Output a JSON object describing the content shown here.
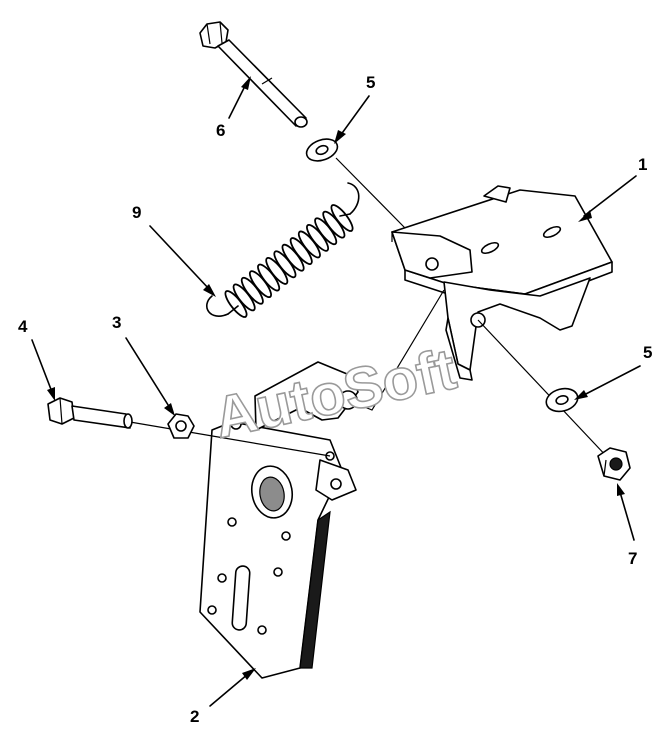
{
  "watermark": "AutoSoft",
  "callouts": [
    {
      "id": "c1",
      "label": "1"
    },
    {
      "id": "c2",
      "label": "2"
    },
    {
      "id": "c3",
      "label": "3"
    },
    {
      "id": "c4",
      "label": "4"
    },
    {
      "id": "c5a",
      "label": "5"
    },
    {
      "id": "c5b",
      "label": "5"
    },
    {
      "id": "c6",
      "label": "6"
    },
    {
      "id": "c7",
      "label": "7"
    },
    {
      "id": "c9",
      "label": "9"
    }
  ]
}
